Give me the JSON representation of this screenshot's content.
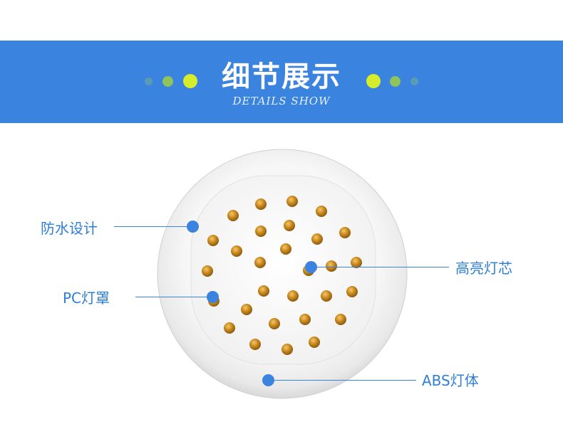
{
  "header": {
    "title": "细节展示",
    "subtitle": "DETAILS SHOW"
  },
  "callouts": {
    "waterproof": "防水设计",
    "pc_cover": "PC灯罩",
    "led_core": "高亮灯芯",
    "abs_body": "ABS灯体"
  },
  "colors": {
    "banner": "#3a83de",
    "dot_light": "#d7ec2a",
    "dot_mid": "#8fc45a",
    "dot_dark": "#5a9bb5",
    "led": "#c6861a",
    "label": "#2f7fd6"
  }
}
